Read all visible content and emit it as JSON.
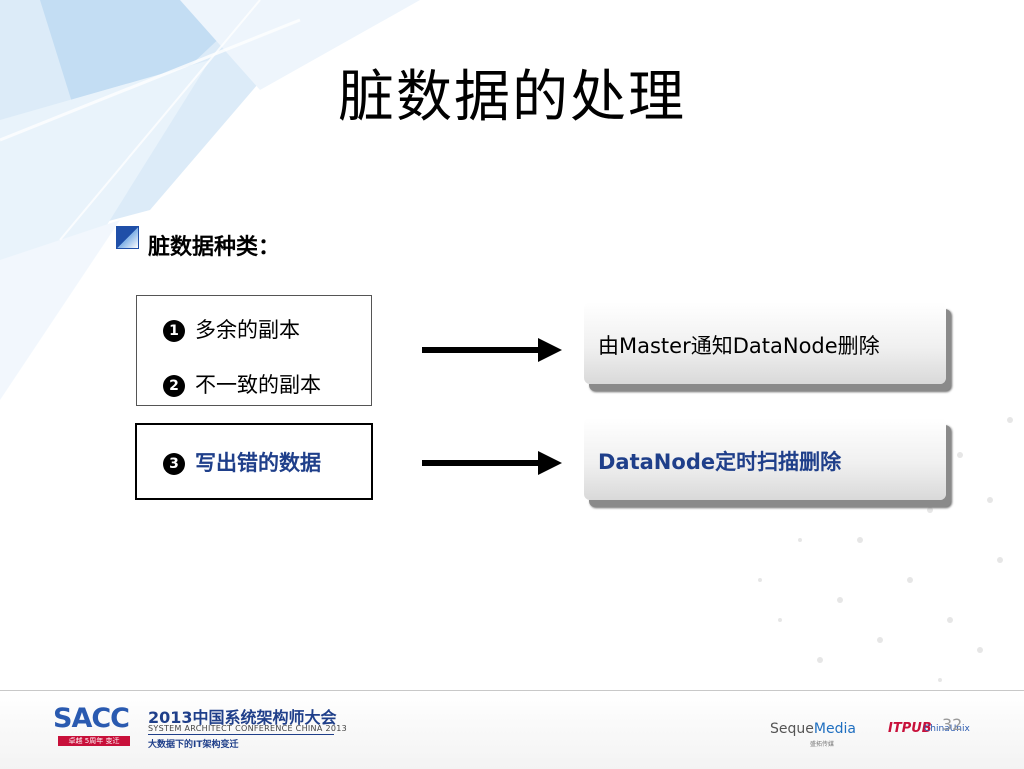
{
  "slide": {
    "title": "脏数据的处理",
    "section_heading": "脏数据种类：",
    "dirty_types": [
      {
        "marker": "1",
        "label": "多余的副本"
      },
      {
        "marker": "2",
        "label": "不一致的副本"
      },
      {
        "marker": "3",
        "label": "写出错的数据"
      }
    ],
    "actions": [
      {
        "label": "由Master通知DataNode删除"
      },
      {
        "label": "DataNode定时扫描删除"
      }
    ],
    "accent_color": "#1f3f8a"
  },
  "footer": {
    "logo": "SACC",
    "logo_tag": "卓越 5周年 变迁",
    "conference_title": "2013中国系统架构师大会",
    "conference_subtitle": "SYSTEM ARCHITECT CONFERENCE CHINA 2013",
    "slogan": "大数据下的IT架构变迁",
    "sponsors": {
      "seque_a": "Seque",
      "seque_b": "Media",
      "seque_cn": "盛拓传媒",
      "itpub": "ITPUB",
      "chinaunix": "ChinaUnix"
    },
    "page_number": "32"
  }
}
